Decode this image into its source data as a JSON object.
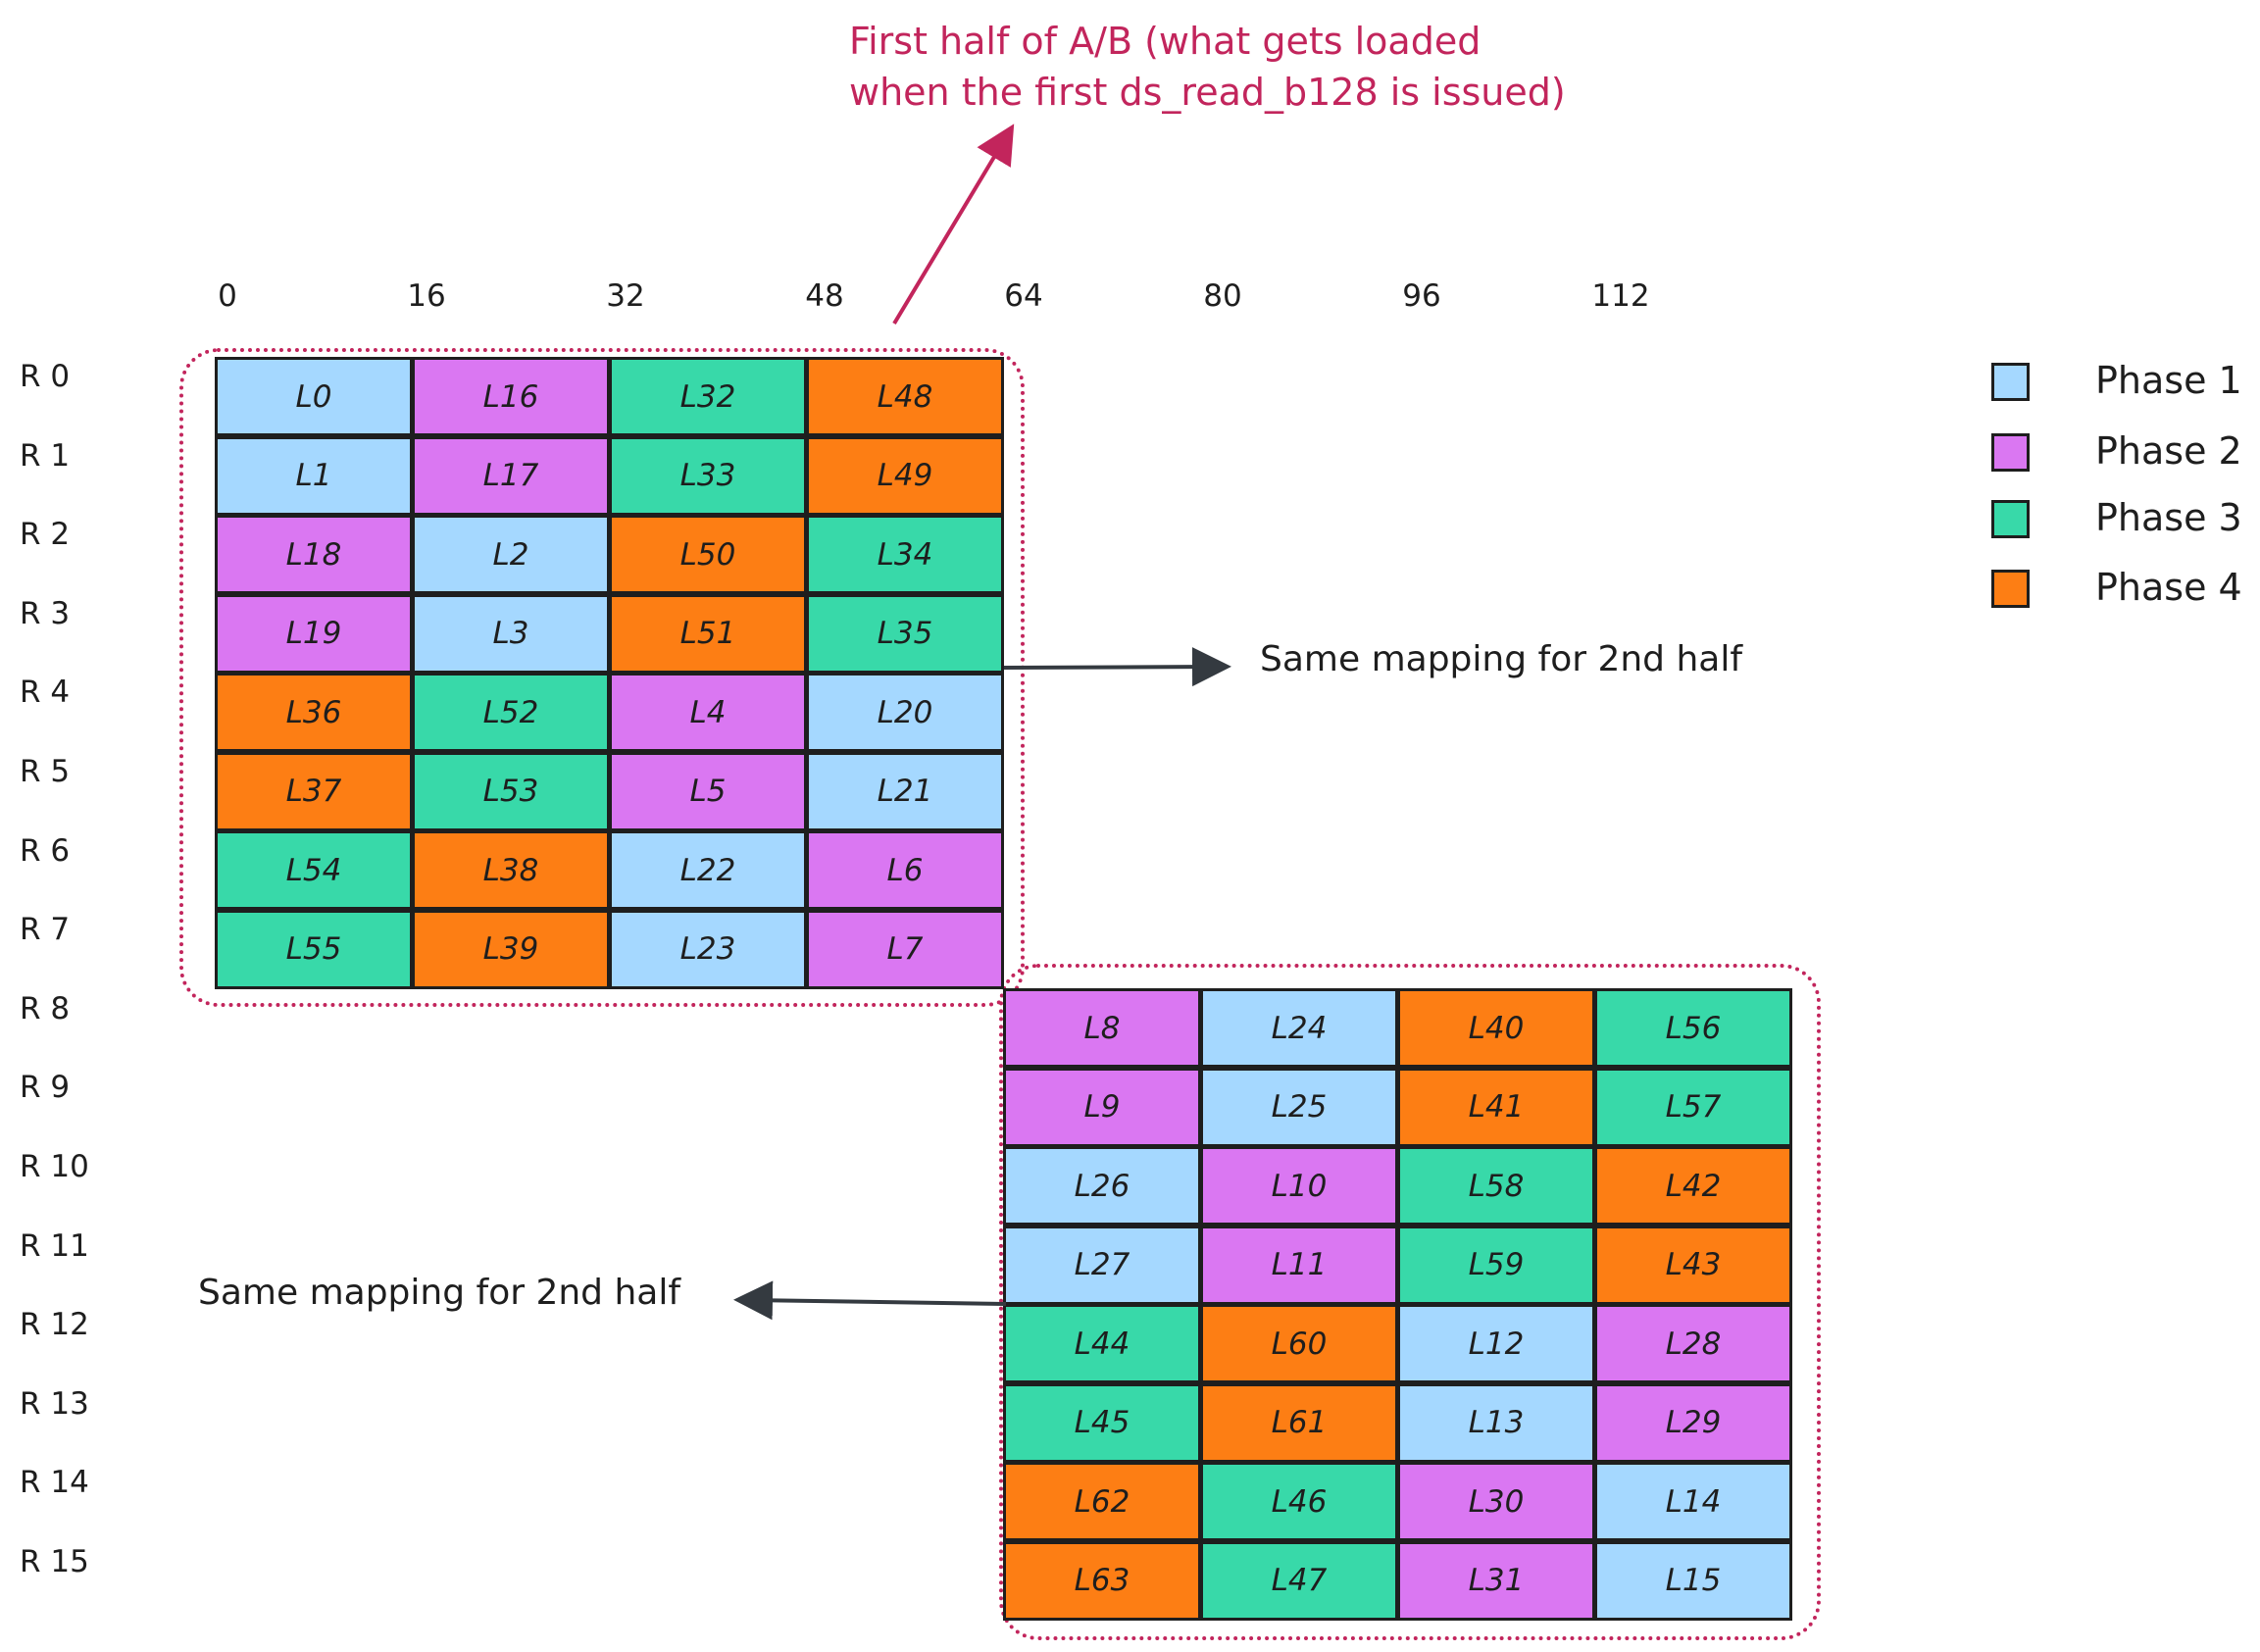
{
  "annotation": {
    "line1": "First half of A/B (what gets loaded",
    "line2": "when the first ds_read_b128 is issued)"
  },
  "notes": {
    "right": "Same mapping for 2nd half",
    "left": "Same mapping for 2nd half"
  },
  "columns": [
    "0",
    "16",
    "32",
    "48",
    "64",
    "80",
    "96",
    "112"
  ],
  "rows": [
    "R 0",
    "R 1",
    "R 2",
    "R 3",
    "R 4",
    "R 5",
    "R 6",
    "R 7",
    "R 8",
    "R 9",
    "R 10",
    "R 11",
    "R 12",
    "R 13",
    "R 14",
    "R 15"
  ],
  "legend": [
    {
      "label": "Phase 1",
      "color": "#a5d8ff"
    },
    {
      "label": "Phase 2",
      "color": "#da77f2"
    },
    {
      "label": "Phase 3",
      "color": "#38d9a9"
    },
    {
      "label": "Phase 4",
      "color": "#fd7e14"
    }
  ],
  "first_half": [
    [
      {
        "t": "L0",
        "p": 1
      },
      {
        "t": "L16",
        "p": 2
      },
      {
        "t": "L32",
        "p": 3
      },
      {
        "t": "L48",
        "p": 4
      }
    ],
    [
      {
        "t": "L1",
        "p": 1
      },
      {
        "t": "L17",
        "p": 2
      },
      {
        "t": "L33",
        "p": 3
      },
      {
        "t": "L49",
        "p": 4
      }
    ],
    [
      {
        "t": "L18",
        "p": 2
      },
      {
        "t": "L2",
        "p": 1
      },
      {
        "t": "L50",
        "p": 4
      },
      {
        "t": "L34",
        "p": 3
      }
    ],
    [
      {
        "t": "L19",
        "p": 2
      },
      {
        "t": "L3",
        "p": 1
      },
      {
        "t": "L51",
        "p": 4
      },
      {
        "t": "L35",
        "p": 3
      }
    ],
    [
      {
        "t": "L36",
        "p": 4
      },
      {
        "t": "L52",
        "p": 3
      },
      {
        "t": "L4",
        "p": 2
      },
      {
        "t": "L20",
        "p": 1
      }
    ],
    [
      {
        "t": "L37",
        "p": 4
      },
      {
        "t": "L53",
        "p": 3
      },
      {
        "t": "L5",
        "p": 2
      },
      {
        "t": "L21",
        "p": 1
      }
    ],
    [
      {
        "t": "L54",
        "p": 3
      },
      {
        "t": "L38",
        "p": 4
      },
      {
        "t": "L22",
        "p": 1
      },
      {
        "t": "L6",
        "p": 2
      }
    ],
    [
      {
        "t": "L55",
        "p": 3
      },
      {
        "t": "L39",
        "p": 4
      },
      {
        "t": "L23",
        "p": 1
      },
      {
        "t": "L7",
        "p": 2
      }
    ]
  ],
  "second_half": [
    [
      {
        "t": "L8",
        "p": 2
      },
      {
        "t": "L24",
        "p": 1
      },
      {
        "t": "L40",
        "p": 4
      },
      {
        "t": "L56",
        "p": 3
      }
    ],
    [
      {
        "t": "L9",
        "p": 2
      },
      {
        "t": "L25",
        "p": 1
      },
      {
        "t": "L41",
        "p": 4
      },
      {
        "t": "L57",
        "p": 3
      }
    ],
    [
      {
        "t": "L26",
        "p": 1
      },
      {
        "t": "L10",
        "p": 2
      },
      {
        "t": "L58",
        "p": 3
      },
      {
        "t": "L42",
        "p": 4
      }
    ],
    [
      {
        "t": "L27",
        "p": 1
      },
      {
        "t": "L11",
        "p": 2
      },
      {
        "t": "L59",
        "p": 3
      },
      {
        "t": "L43",
        "p": 4
      }
    ],
    [
      {
        "t": "L44",
        "p": 3
      },
      {
        "t": "L60",
        "p": 4
      },
      {
        "t": "L12",
        "p": 1
      },
      {
        "t": "L28",
        "p": 2
      }
    ],
    [
      {
        "t": "L45",
        "p": 3
      },
      {
        "t": "L61",
        "p": 4
      },
      {
        "t": "L13",
        "p": 1
      },
      {
        "t": "L29",
        "p": 2
      }
    ],
    [
      {
        "t": "L62",
        "p": 4
      },
      {
        "t": "L46",
        "p": 3
      },
      {
        "t": "L30",
        "p": 2
      },
      {
        "t": "L14",
        "p": 1
      }
    ],
    [
      {
        "t": "L63",
        "p": 4
      },
      {
        "t": "L47",
        "p": 3
      },
      {
        "t": "L31",
        "p": 2
      },
      {
        "t": "L15",
        "p": 1
      }
    ]
  ]
}
